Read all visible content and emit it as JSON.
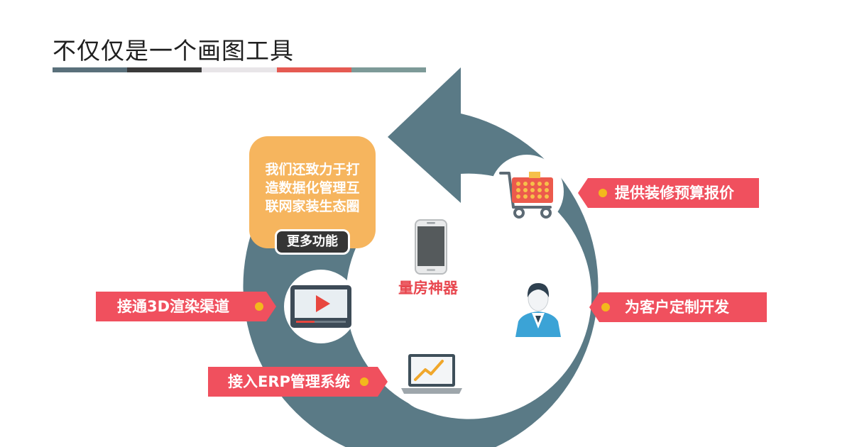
{
  "title": "不仅仅是一个画图工具",
  "colors": {
    "title_bar": [
      "#5a707b",
      "#3a3a3a",
      "#e8e5e8",
      "#e55a52",
      "#7d9a98"
    ],
    "ring": "#5a7a86",
    "tag": "#f0505e",
    "tag_dot": "#f3b81c",
    "bubble": "#f6b55e",
    "button": "#353535",
    "center_label": "#e8474f"
  },
  "bubble": {
    "text": "我们还致力于打造数据化管理互联网家装生态圈",
    "button_label": "更多功能"
  },
  "center": {
    "label": "量房神器",
    "icon": "smartphone-icon"
  },
  "features": [
    {
      "label": "提供装修预算报价",
      "icon": "shopping-cart-icon"
    },
    {
      "label": "为客户定制开发",
      "icon": "person-avatar-icon"
    },
    {
      "label": "接入ERP管理系统",
      "icon": "laptop-chart-icon"
    },
    {
      "label": "接通3D渲染渠道",
      "icon": "video-player-icon"
    }
  ]
}
